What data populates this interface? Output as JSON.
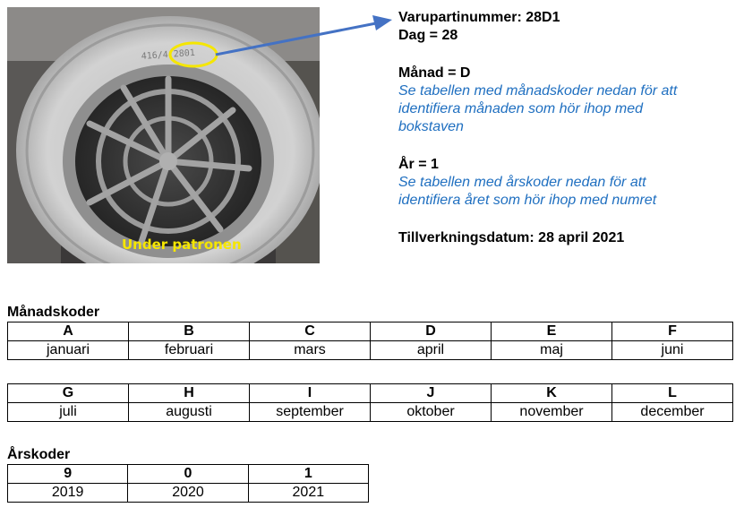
{
  "photo": {
    "caption": "Under patronen",
    "stamp_text": "416/4 2801",
    "highlight_color": "#f5e600",
    "arrow_color": "#4472c4"
  },
  "info": {
    "batch_line": "Varupartinummer: 28D1",
    "day_line": "Dag = 28",
    "month_line": "Månad = D",
    "month_hint": [
      "Se tabellen med månadskoder nedan för att",
      "identifiera månaden som hör ihop med",
      "bokstaven"
    ],
    "year_line": "År = 1",
    "year_hint": [
      "Se tabellen med årskoder nedan för att",
      "identifiera året som hör ihop med numret"
    ],
    "date_line": "Tillverkningsdatum: 28 april 2021",
    "hint_color": "#1f6fc0"
  },
  "month_codes": {
    "title": "Månadskoder",
    "table1": {
      "codes": [
        "A",
        "B",
        "C",
        "D",
        "E",
        "F"
      ],
      "months": [
        "januari",
        "februari",
        "mars",
        "april",
        "maj",
        "juni"
      ]
    },
    "table2": {
      "codes": [
        "G",
        "H",
        "I",
        "J",
        "K",
        "L"
      ],
      "months": [
        "juli",
        "augusti",
        "september",
        "oktober",
        "november",
        "december"
      ]
    }
  },
  "year_codes": {
    "title": "Årskoder",
    "codes": [
      "9",
      "0",
      "1"
    ],
    "years": [
      "2019",
      "2020",
      "2021"
    ]
  }
}
